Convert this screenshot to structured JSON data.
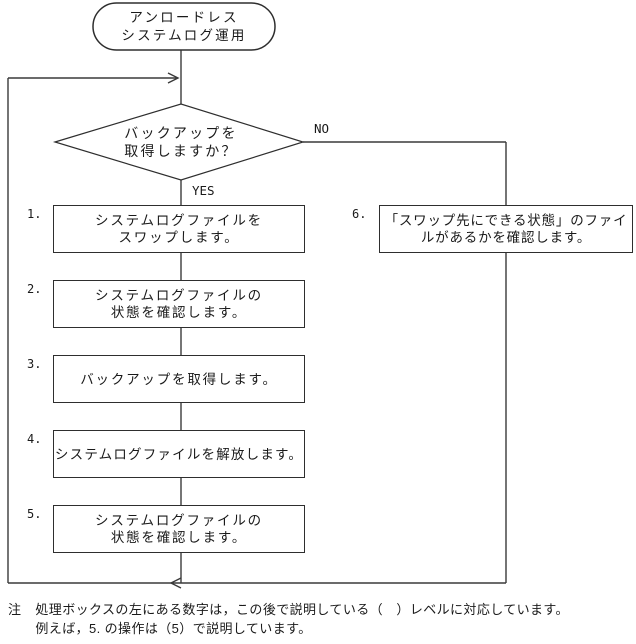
{
  "terminal": {
    "lines": [
      "アンロードレス",
      "システムログ運用"
    ]
  },
  "decision": {
    "lines": [
      "バックアップを",
      "取得しますか？"
    ],
    "yes_label": "YES",
    "no_label": "NO"
  },
  "steps": [
    {
      "number": "1.",
      "lines": [
        "システムログファイルを",
        "スワップします。"
      ]
    },
    {
      "number": "2.",
      "lines": [
        "システムログファイルの",
        "状態を確認します。"
      ]
    },
    {
      "number": "3.",
      "lines": [
        "バックアップを取得します。"
      ]
    },
    {
      "number": "4.",
      "lines": [
        "システムログファイルを解放します。"
      ]
    },
    {
      "number": "5.",
      "lines": [
        "システムログファイルの",
        "状態を確認します。"
      ]
    },
    {
      "number": "6.",
      "lines": [
        "「スワップ先にできる状態」のファイ",
        "ルがあるかを確認します。"
      ]
    }
  ],
  "note": {
    "label": "注",
    "line1": "処理ボックスの左にある数字は，この後で説明している（　）レベルに対応しています。",
    "line2": "例えば，5. の操作は（5）で説明しています。"
  },
  "colors": {
    "line": "#3a3a3a",
    "text": "#1a1a1a",
    "background": "#ffffff"
  }
}
